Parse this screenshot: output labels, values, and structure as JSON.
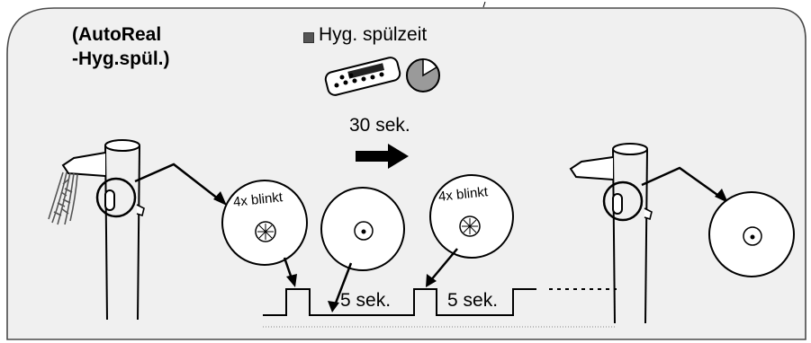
{
  "header": {
    "mode_line1": "(AutoReal",
    "mode_line2": "-Hyg.spül.)"
  },
  "legend": {
    "label": "Hyg. spülzeit",
    "marker_color": "#555555"
  },
  "timing": {
    "duration_label": "30 sek.",
    "pulse_label_1": "5 sek.",
    "pulse_label_2": "5 sek."
  },
  "indicators": {
    "blink_label_1": "4x blinkt",
    "blink_label_2": "4x blinkt"
  },
  "colors": {
    "panel": "#f0f0f0",
    "pie_fill": "#808080",
    "water": "#555555"
  },
  "icons": {
    "remote": "remote-control-icon",
    "timer": "pie-timer-icon",
    "arrow": "right-arrow-icon"
  }
}
